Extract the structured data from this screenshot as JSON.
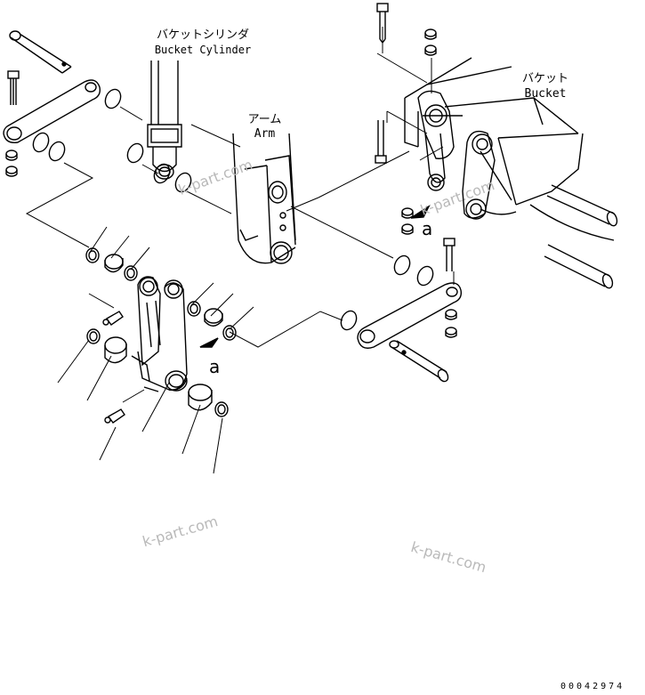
{
  "labels": {
    "bucket_cylinder_ja": "バケットシリンダ",
    "bucket_cylinder_en": "Bucket Cylinder",
    "arm_ja": "アーム",
    "arm_en": "Arm",
    "bucket_ja": "バケット",
    "bucket_en": "Bucket"
  },
  "reference_marks": {
    "a1": "a",
    "a2": "a"
  },
  "watermarks": [
    "k-part.com",
    "k-part.com",
    "k-part.com",
    "k-part.com"
  ],
  "drawing_number": "00042974",
  "colors": {
    "line": "#000000",
    "watermark": "#b9b9b9",
    "background": "#ffffff"
  }
}
